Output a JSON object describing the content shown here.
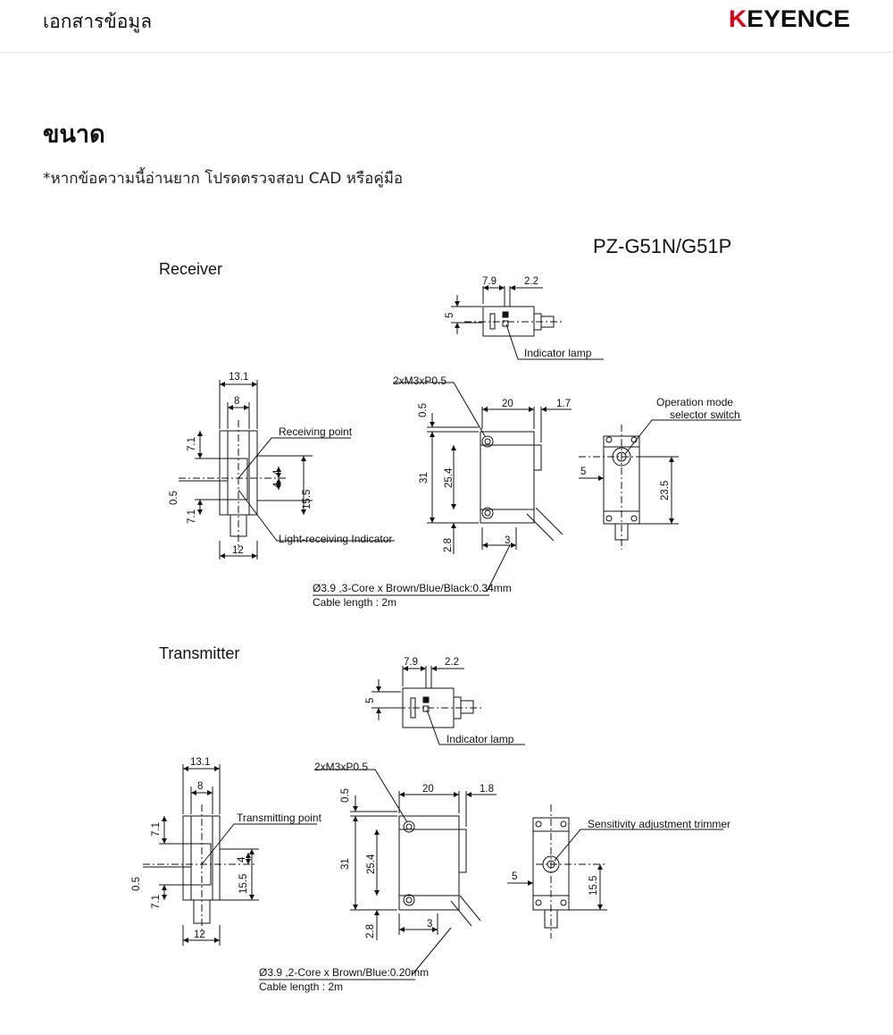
{
  "header": {
    "title": "เอกสารข้อมูล",
    "brand": "KEYENCE",
    "brand_color": "#e60012"
  },
  "section": {
    "title": "ขนาด",
    "note": "*หากข้อความนี้อ่านยาก โปรดตรวจสอบ CAD หรือคู่มือ"
  },
  "drawing": {
    "model": "PZ-G51N/G51P",
    "receiver": {
      "heading": "Receiver",
      "indicator_lamp": "Indicator lamp",
      "thread": "2xM3xP0.5",
      "receiving_point": "Receiving point",
      "light_indicator": "Light-receiving Indicator",
      "op_mode_1": "Operation mode",
      "op_mode_2": "selector switch",
      "cable_1": "Ø3.9 ,3-Core x Brown/Blue/Black:0.34mm",
      "cable_2": "Cable length : 2m",
      "dims": {
        "top_a": "7.9",
        "top_b": "2.2",
        "top_h": "5",
        "w_outer": "13.1",
        "w_inner": "8",
        "h_top": "7.1",
        "h_gap": "0.5",
        "h_bot": "7.1",
        "s_a": "4",
        "s_b": "4",
        "s_c": "15.5",
        "w_bottom": "12",
        "f_top": "0.5",
        "f_w": "20",
        "f_r": "1.7",
        "f_h": "31",
        "f_h2": "25.4",
        "f_b": "2.8",
        "f_b2": "3",
        "r_w": "5",
        "r_h": "23.5"
      }
    },
    "transmitter": {
      "heading": "Transmitter",
      "indicator_lamp": "Indicator lamp",
      "thread": "2xM3xP0.5",
      "transmitting_point": "Transmitting point",
      "trimmer": "Sensitivity adjustment trimmer",
      "cable_1": "Ø3.9 ,2-Core x Brown/Blue:0.20mm",
      "cable_2": "Cable length : 2m",
      "dims": {
        "top_a": "7.9",
        "top_b": "2.2",
        "top_h": "5",
        "w_outer": "13.1",
        "w_inner": "8",
        "h_top": "7.1",
        "h_gap": "0.5",
        "h_bot": "7.1",
        "s_a": "4",
        "s_c": "15.5",
        "w_bottom": "12",
        "f_top": "0.5",
        "f_w": "20",
        "f_r": "1.8",
        "f_h": "31",
        "f_h2": "25.4",
        "f_b": "2.8",
        "f_b2": "3",
        "r_w": "5",
        "r_h": "15.5"
      }
    }
  }
}
